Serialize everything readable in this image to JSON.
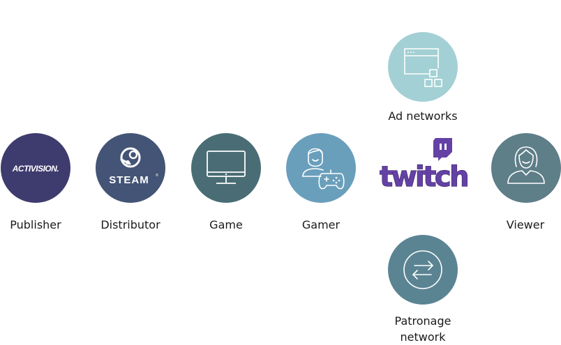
{
  "nodes": {
    "publisher": {
      "label": "Publisher",
      "logo_text": "ACTIVISION.",
      "color": "#3e3b6e"
    },
    "distributor": {
      "label": "Distributor",
      "logo_text": "STEAM",
      "color": "#445476"
    },
    "game": {
      "label": "Game",
      "icon": "monitor-icon",
      "color": "#4a6d75"
    },
    "gamer": {
      "label": "Gamer",
      "icon": "gamer-controller-icon",
      "color": "#6a9fbc"
    },
    "twitch": {
      "logo_text": "twitch",
      "color": "#6441a5"
    },
    "viewer": {
      "label": "Viewer",
      "icon": "viewer-person-icon",
      "color": "#5e7e88"
    },
    "ad_networks": {
      "label": "Ad networks",
      "icon": "browser-window-icon",
      "color": "#a3d0d4"
    },
    "patronage_network": {
      "label_line1": "Patronage",
      "label_line2": "network",
      "icon": "exchange-arrows-icon",
      "color": "#5b8493"
    }
  }
}
